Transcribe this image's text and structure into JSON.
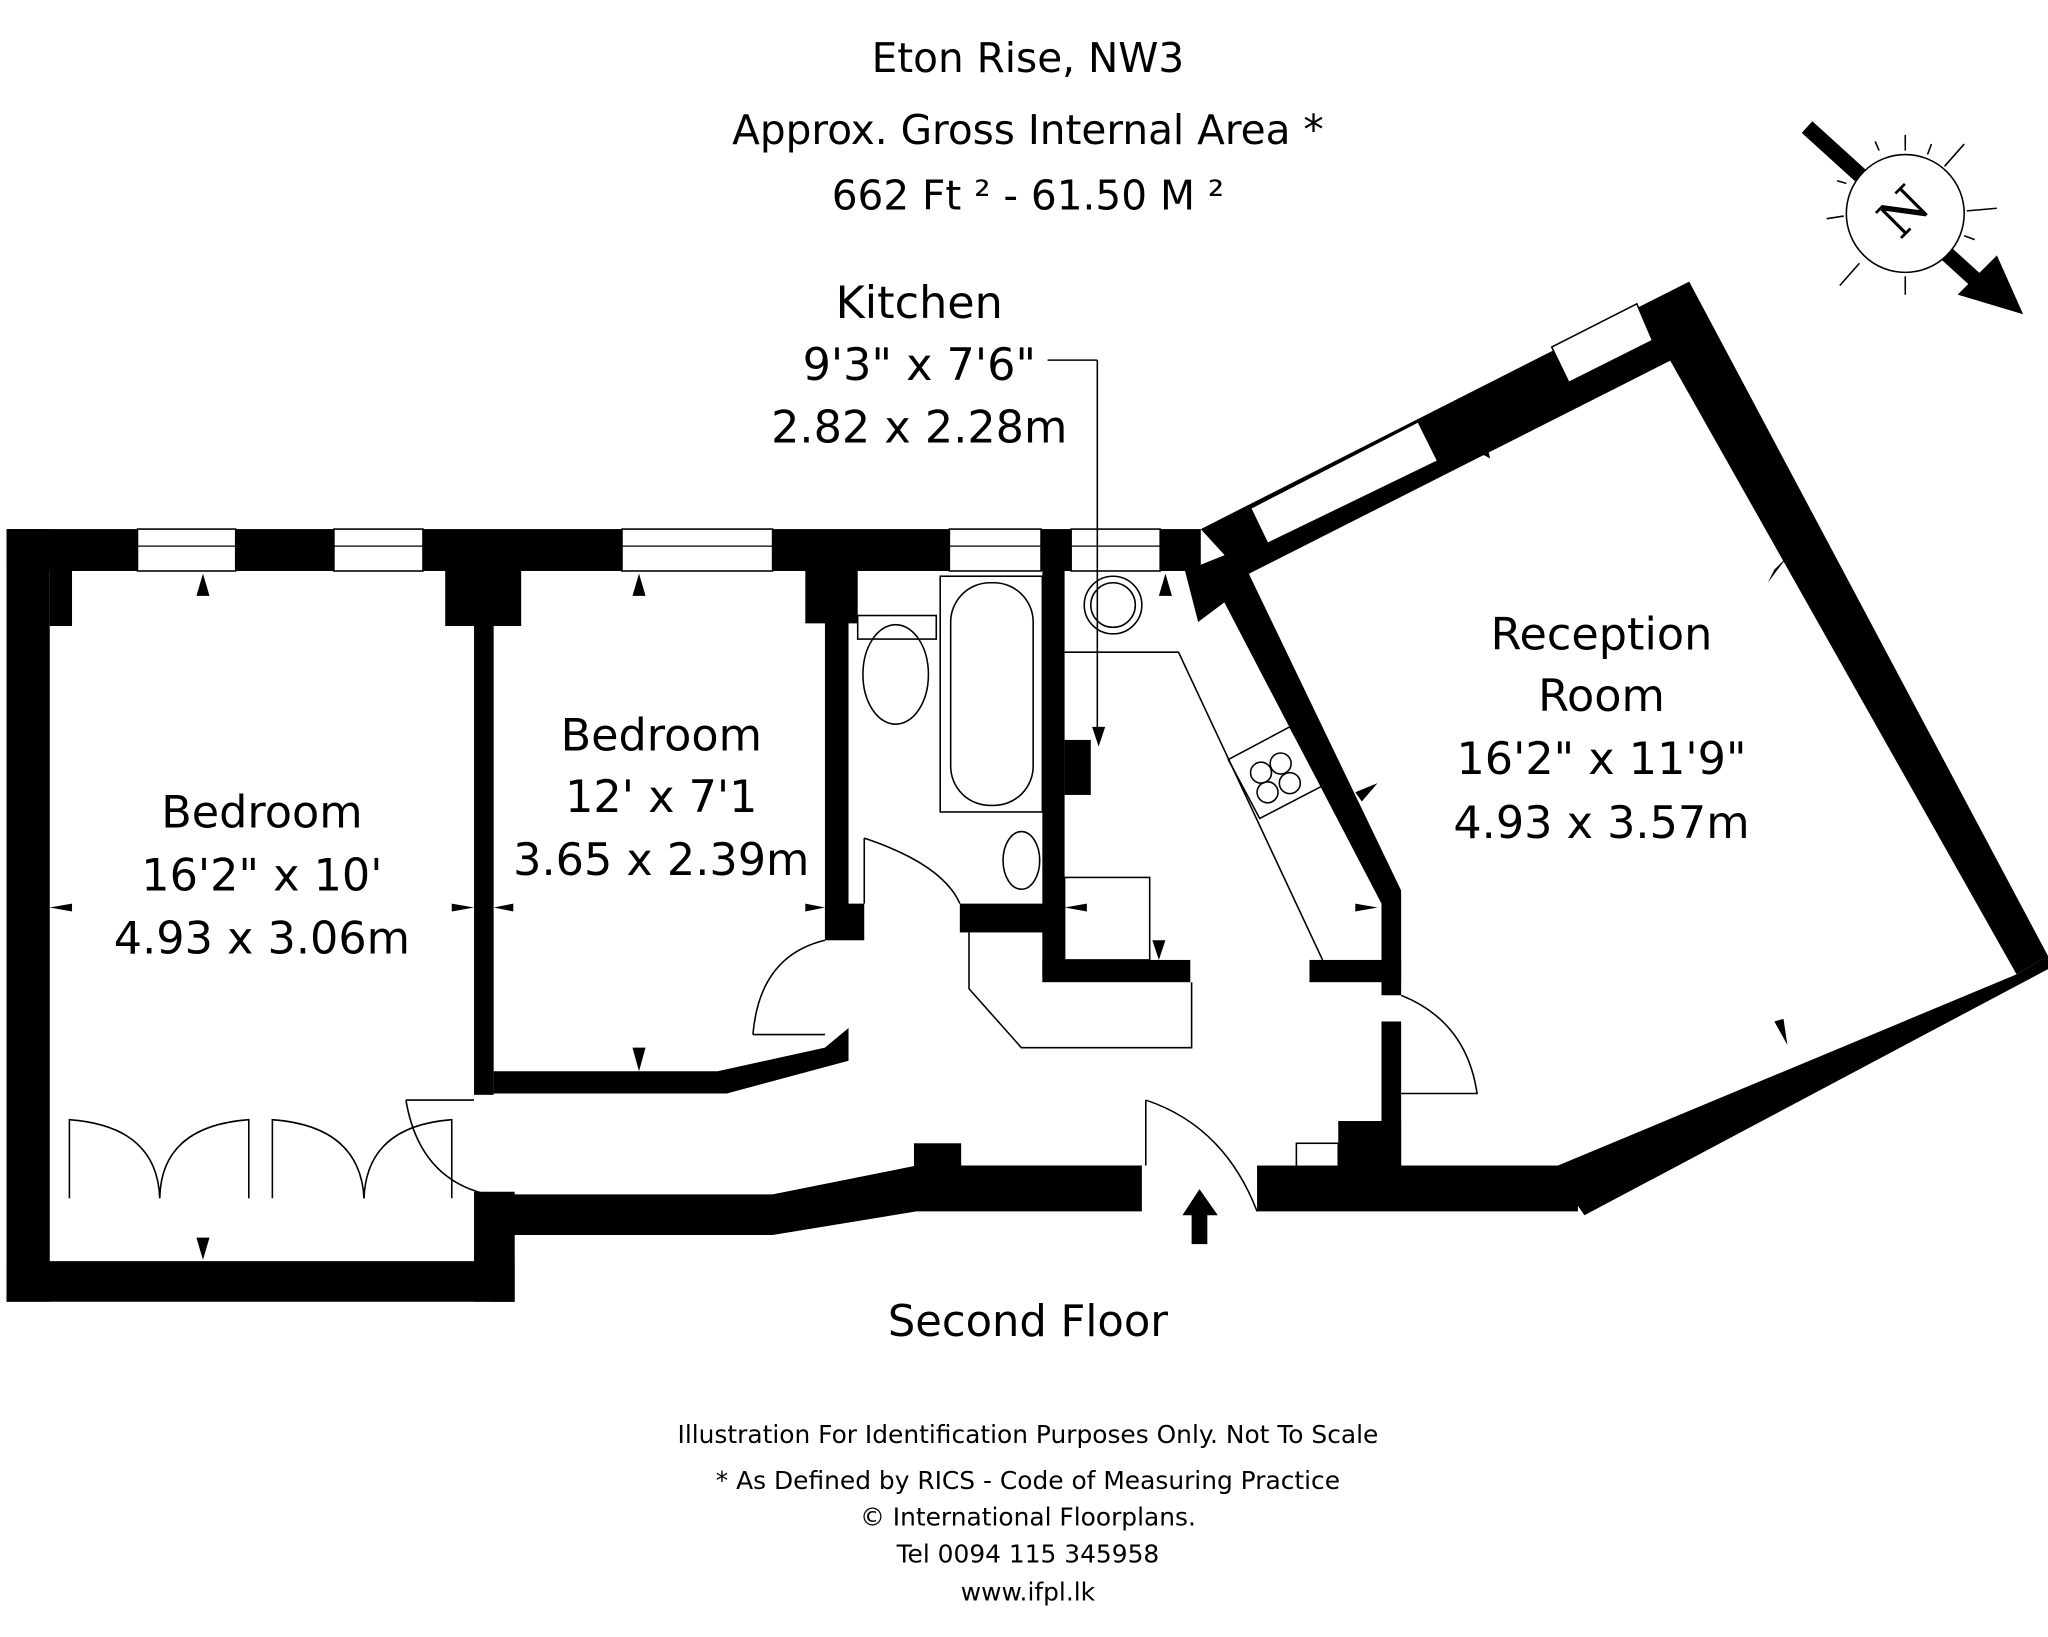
{
  "header": {
    "address": "Eton Rise, NW3",
    "area_label": "Approx. Gross Internal Area *",
    "area_value": "662 Ft ² - 61.50 M ²"
  },
  "compass": {
    "icon": "north-compass-icon",
    "letter": "N"
  },
  "rooms": [
    {
      "name": "Bedroom",
      "imperial": "16'2\" x 10'",
      "metric": "4.93 x 3.06m"
    },
    {
      "name": "Bedroom",
      "imperial": "12' x 7'1",
      "metric": "3.65 x 2.39m"
    },
    {
      "name": "Kitchen",
      "imperial": "9'3\" x 7'6\"",
      "metric": "2.82 x 2.28m"
    },
    {
      "name_line1": "Reception",
      "name_line2": "Room",
      "imperial": "16'2\" x 11'9\"",
      "metric": "4.93 x 3.57m"
    }
  ],
  "floor_label": "Second Floor",
  "footer": {
    "line1": "Illustration For Identification Purposes Only. Not To Scale",
    "line2": "* As Defined by RICS - Code of Measuring Practice",
    "line3": "© International Floorplans.",
    "line4": "Tel 0094 115 345958",
    "line5": "www.ifpl.lk"
  },
  "colors": {
    "wall": "#000000",
    "background": "#ffffff"
  }
}
